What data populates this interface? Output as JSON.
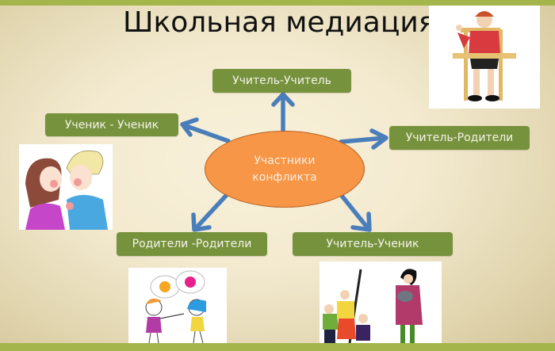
{
  "title": "Школьная медиация",
  "center": {
    "line1": "Участники",
    "line2": "конфликта",
    "color": "#f79646"
  },
  "boxes": {
    "teacher_teacher": "Учитель-Учитель",
    "student_student": "Ученик - Ученик",
    "teacher_parents": "Учитель-Родители",
    "parents_parents": "Родители -Родители",
    "teacher_student": "Учитель-Ученик"
  },
  "colors": {
    "box": "#76923c",
    "arrow": "#4a7ebb",
    "bar": "#a4b54b"
  },
  "images": [
    {
      "id": "teacher-at-desk",
      "description": "illustration of a teacher sitting at a desk"
    },
    {
      "id": "two-children-arguing",
      "description": "illustration of a girl and boy confronting each other"
    },
    {
      "id": "two-parents-arguing",
      "description": "illustration of two people arguing with speech bubbles"
    },
    {
      "id": "teacher-and-students",
      "description": "illustration of a teacher holding a cat facing children"
    }
  ]
}
